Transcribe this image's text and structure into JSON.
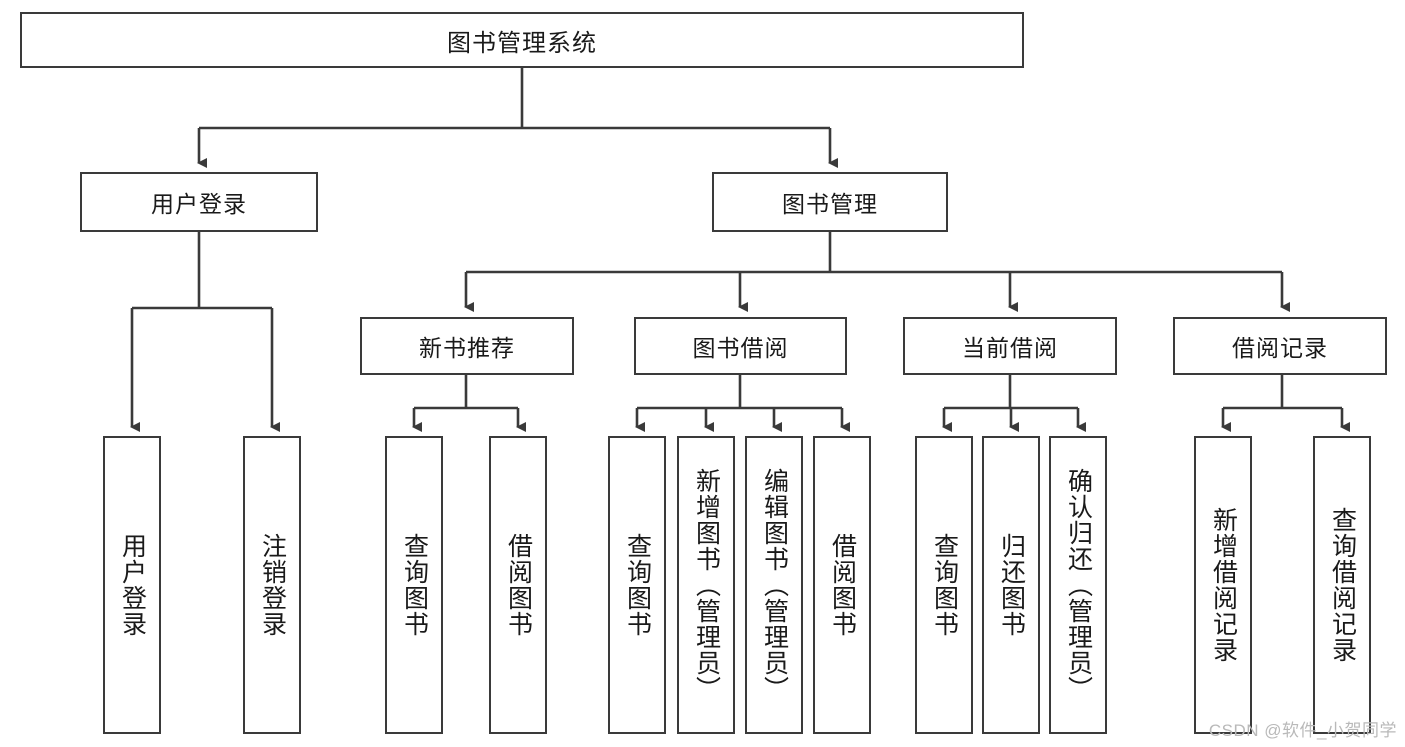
{
  "diagram": {
    "type": "tree-hierarchy",
    "title": "图书管理系统",
    "colors": {
      "box_border": "#3a3a3a",
      "box_fill": "#ffffff",
      "edge": "#3a3a3a",
      "text": "#1a1a1a",
      "watermark": "#b9b9b9",
      "background": "#ffffff"
    },
    "root": {
      "label": "图书管理系统"
    },
    "level2": [
      {
        "id": "user-login",
        "label": "用户登录"
      },
      {
        "id": "book-manage",
        "label": "图书管理"
      }
    ],
    "level3": [
      {
        "id": "new-book-recommend",
        "label": "新书推荐",
        "parent": "book-manage"
      },
      {
        "id": "book-borrow",
        "label": "图书借阅",
        "parent": "book-manage"
      },
      {
        "id": "current-borrow",
        "label": "当前借阅",
        "parent": "book-manage"
      },
      {
        "id": "borrow-record",
        "label": "借阅记录",
        "parent": "book-manage"
      }
    ],
    "leaves": {
      "user-login": [
        {
          "id": "leaf-user-login",
          "label": "用户登录"
        },
        {
          "id": "leaf-logout",
          "label": "注销登录"
        }
      ],
      "new-book-recommend": [
        {
          "id": "leaf-query-book-1",
          "label": "查询图书"
        },
        {
          "id": "leaf-borrow-book-1",
          "label": "借阅图书"
        }
      ],
      "book-borrow": [
        {
          "id": "leaf-query-book-2",
          "label": "查询图书"
        },
        {
          "id": "leaf-add-book",
          "label": "新增图书（管理员）"
        },
        {
          "id": "leaf-edit-book",
          "label": "编辑图书（管理员）"
        },
        {
          "id": "leaf-borrow-book-2",
          "label": "借阅图书"
        }
      ],
      "current-borrow": [
        {
          "id": "leaf-query-book-3",
          "label": "查询图书"
        },
        {
          "id": "leaf-return-book",
          "label": "归还图书"
        },
        {
          "id": "leaf-confirm-return",
          "label": "确认归还（管理员）"
        }
      ],
      "borrow-record": [
        {
          "id": "leaf-add-record",
          "label": "新增借阅记录"
        },
        {
          "id": "leaf-query-record",
          "label": "查询借阅记录"
        }
      ]
    }
  },
  "watermark": {
    "text": "CSDN @软件_小贺同学"
  }
}
